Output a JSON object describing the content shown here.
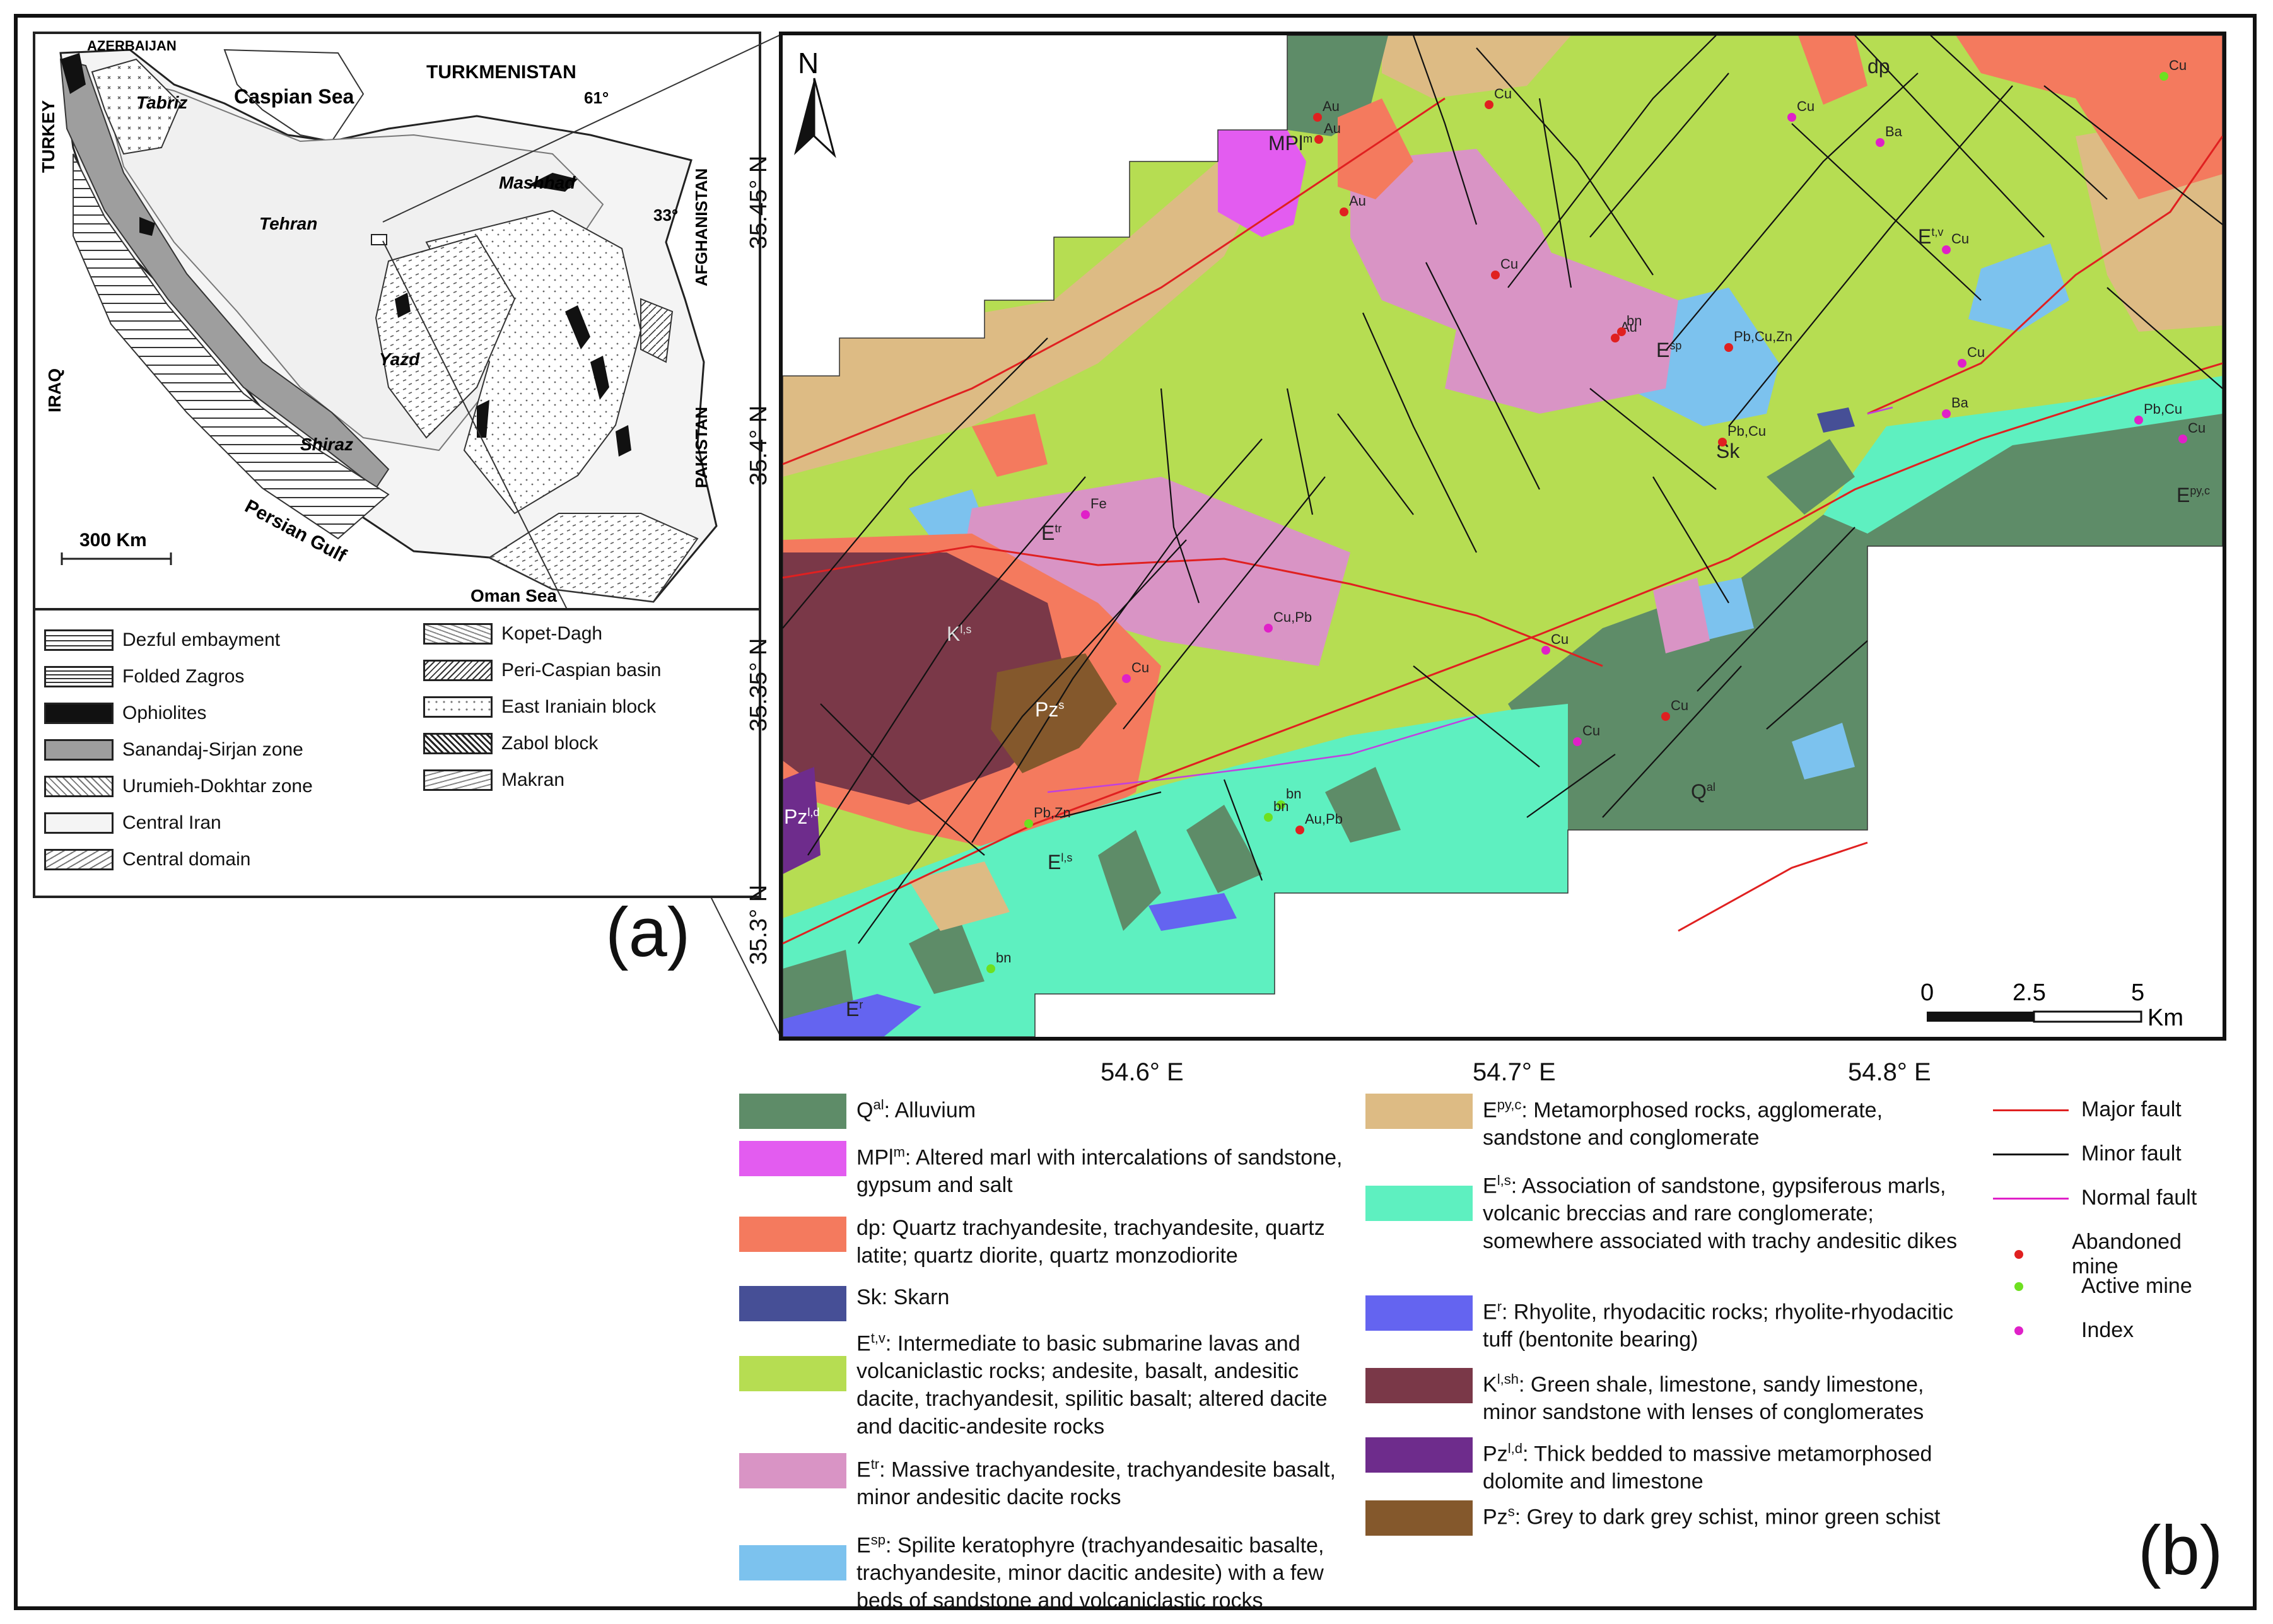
{
  "panel_a": {
    "countries": [
      "AZERBAIJAN",
      "TURKMENISTAN",
      "AFGHANISTAN",
      "TURKEY",
      "IRAQ",
      "PAKISTAN"
    ],
    "water": [
      "Caspian Sea",
      "Persian Gulf",
      "Oman Sea"
    ],
    "cities": [
      "Tabriz",
      "Tehran",
      "Mashhad",
      "Yazd",
      "Shiraz"
    ],
    "coords": [
      "61°",
      "33°"
    ],
    "scale": "300 Km",
    "legend_left": [
      "Dezful embayment",
      "Folded Zagros",
      "Ophiolites",
      "Sanandaj-Sirjan zone",
      "Urumieh-Dokhtar zone",
      "Central Iran",
      "Central domain"
    ],
    "legend_right": [
      "Kopet-Dagh",
      "Peri-Caspian basin",
      "East Iraniain block",
      "Zabol block",
      "Makran"
    ],
    "panel_label": "(a)"
  },
  "panel_b": {
    "north": "N",
    "lat_ticks": [
      "35.45° N",
      "35.4° N",
      "35.35° N",
      "35.3° N"
    ],
    "lon_ticks": [
      "54.6° E",
      "54.7° E",
      "54.8° E"
    ],
    "scale_ticks": [
      "0",
      "2.5",
      "5"
    ],
    "scale_unit": "Km",
    "map_labels": {
      "mplm": "MPl",
      "mplm_sup": "m",
      "dp": "dp",
      "etv": "E",
      "etv_sup": "t,v",
      "esp": "E",
      "esp_sup": "sp",
      "sk": "Sk",
      "epyc": "E",
      "epyc_sup": "py,c",
      "etr": "E",
      "etr_sup": "tr",
      "kuls": "K",
      "kuls_sup": "l,s",
      "pzs": "Pz",
      "pzs_sup": "s",
      "pzld": "Pz",
      "pzld_sup": "l,d",
      "els": "E",
      "els_sup": "l,s",
      "er": "E",
      "er_sup": "r",
      "qal": "Q",
      "qal_sup": "al"
    },
    "mines": [
      {
        "label": "Au",
        "kind": "abandoned"
      },
      {
        "label": "Au",
        "kind": "abandoned"
      },
      {
        "label": "Au",
        "kind": "abandoned"
      },
      {
        "label": "Cu",
        "kind": "abandoned"
      },
      {
        "label": "Cu",
        "kind": "abandoned"
      },
      {
        "label": "Au",
        "kind": "abandoned"
      },
      {
        "label": "bn",
        "kind": "abandoned"
      },
      {
        "label": "Pb,Cu,Zn",
        "kind": "abandoned"
      },
      {
        "label": "Pb,Cu",
        "kind": "abandoned"
      },
      {
        "label": "Cu",
        "kind": "index"
      },
      {
        "label": "Ba",
        "kind": "index"
      },
      {
        "label": "Cu",
        "kind": "index"
      },
      {
        "label": "Cu",
        "kind": "active"
      },
      {
        "label": "Cu",
        "kind": "index"
      },
      {
        "label": "Ba",
        "kind": "index"
      },
      {
        "label": "Pb,Cu",
        "kind": "index"
      },
      {
        "label": "Fe",
        "kind": "index"
      },
      {
        "label": "Cu,Pb",
        "kind": "index"
      },
      {
        "label": "Cu",
        "kind": "index"
      },
      {
        "label": "Cu",
        "kind": "index"
      },
      {
        "label": "bn",
        "kind": "active"
      },
      {
        "label": "bn",
        "kind": "active"
      },
      {
        "label": "Au,Pb",
        "kind": "abandoned"
      },
      {
        "label": "Cu",
        "kind": "index"
      },
      {
        "label": "Cu",
        "kind": "abandoned"
      },
      {
        "label": "Pb,Zn",
        "kind": "active"
      },
      {
        "label": "bn",
        "kind": "active"
      },
      {
        "label": "Cu",
        "kind": "index"
      }
    ],
    "panel_label": "(b)"
  },
  "legend_b": {
    "units_left": [
      {
        "sym": "Q",
        "sup": "al",
        "text": ": Alluvium",
        "color": "#5e8c68"
      },
      {
        "sym": "MPl",
        "sup": "m",
        "text": ": Altered marl with intercalations of sandstone, gypsum and salt",
        "color": "#e35cf0"
      },
      {
        "sym": "dp",
        "sup": "",
        "text": ": Quartz trachyandesite, trachyandesite, quartz latite; quartz diorite, quartz monzodiorite",
        "color": "#f47a5e"
      },
      {
        "sym": "Sk",
        "sup": "",
        "text": ": Skarn",
        "color": "#464f96"
      },
      {
        "sym": "E",
        "sup": "t,v",
        "text": ": Intermediate to basic submarine lavas and volcaniclastic rocks; andesite, basalt, andesitic dacite, trachyandesit, spilitic basalt; altered dacite and dacitic-andesite rocks",
        "color": "#b6dd52"
      },
      {
        "sym": "E",
        "sup": "tr",
        "text": ": Massive trachyandesite, trachyandesite basalt, minor andesitic dacite rocks",
        "color": "#d994c5"
      },
      {
        "sym": "E",
        "sup": "sp",
        "text": ": Spilite keratophyre (trachyandesaitic basalte, trachyandesite, minor dacitic andesite) with a few beds of sandstone and volcaniclastic rocks",
        "color": "#7cc2ee"
      }
    ],
    "units_right": [
      {
        "sym": "E",
        "sup": "py,c",
        "text": ": Metamorphosed rocks, agglomerate, sandstone and conglomerate",
        "color": "#ddbb84"
      },
      {
        "sym": "E",
        "sup": "l,s",
        "text": ": Association of sandstone, gypsiferous marls, volcanic breccias and rare conglomerate; somewhere associated with trachy andesitic dikes",
        "color": "#5ef0c0"
      },
      {
        "sym": "E",
        "sup": "r",
        "text": ": Rhyolite, rhyodacitic rocks; rhyolite-rhyodacitic tuff (bentonite bearing)",
        "color": "#6464f0"
      },
      {
        "sym": "K",
        "sup": "l,sh",
        "text": ": Green shale, limestone, sandy limestone, minor sandstone with lenses of conglomerates",
        "color": "#7a3848"
      },
      {
        "sym": "Pz",
        "sup": "l,d",
        "text": ": Thick bedded to massive metamorphosed dolomite and limestone",
        "color": "#6e2c8c"
      },
      {
        "sym": "Pz",
        "sup": "s",
        "text": ": Grey to dark grey schist, minor green schist",
        "color": "#84582c"
      }
    ],
    "faults": [
      {
        "text": "Major fault",
        "color": "#e02020"
      },
      {
        "text": "Minor fault",
        "color": "#111111"
      },
      {
        "text": "Normal fault",
        "color": "#e020c8"
      }
    ],
    "mines": [
      {
        "text": "Abandoned mine",
        "color": "#e02020"
      },
      {
        "text": "Active mine",
        "color": "#6ee020"
      },
      {
        "text": "Index",
        "color": "#e020c8"
      }
    ]
  }
}
